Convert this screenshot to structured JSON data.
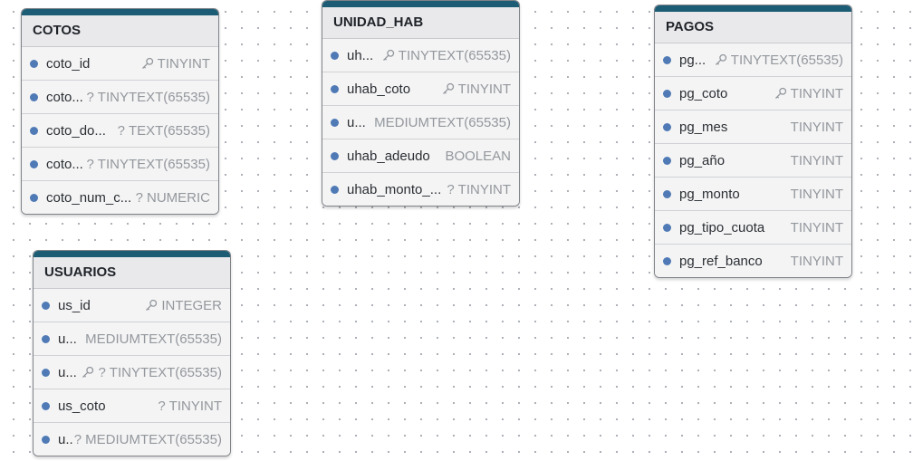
{
  "tables": {
    "cotos": {
      "title": "COTOS",
      "columns": [
        {
          "name": "coto_id",
          "type": "TINYINT",
          "icon": "key-icon"
        },
        {
          "name": "coto...",
          "type": "TINYTEXT(65535)",
          "marker": "?"
        },
        {
          "name": "coto_do...",
          "type": "TEXT(65535)",
          "marker": "?"
        },
        {
          "name": "coto...",
          "type": "TINYTEXT(65535)",
          "marker": "?"
        },
        {
          "name": "coto_num_c...",
          "type": "NUMERIC",
          "marker": "?"
        }
      ]
    },
    "unidad_hab": {
      "title": "UNIDAD_HAB",
      "columns": [
        {
          "name": "uh...",
          "type": "TINYTEXT(65535)",
          "icon": "key-icon"
        },
        {
          "name": "uhab_coto",
          "type": "TINYINT",
          "icon": "key-icon"
        },
        {
          "name": "u...",
          "type": "MEDIUMTEXT(65535)"
        },
        {
          "name": "uhab_adeudo",
          "type": "BOOLEAN"
        },
        {
          "name": "uhab_monto_...",
          "type": "TINYINT",
          "marker": "?"
        }
      ]
    },
    "pagos": {
      "title": "PAGOS",
      "columns": [
        {
          "name": "pg...",
          "type": "TINYTEXT(65535)",
          "icon": "key-icon"
        },
        {
          "name": "pg_coto",
          "type": "TINYINT",
          "icon": "key-icon"
        },
        {
          "name": "pg_mes",
          "type": "TINYINT"
        },
        {
          "name": "pg_año",
          "type": "TINYINT"
        },
        {
          "name": "pg_monto",
          "type": "TINYINT"
        },
        {
          "name": "pg_tipo_cuota",
          "type": "TINYINT"
        },
        {
          "name": "pg_ref_banco",
          "type": "TINYINT"
        }
      ]
    },
    "usuarios": {
      "title": "USUARIOS",
      "columns": [
        {
          "name": "us_id",
          "type": "INTEGER",
          "icon": "key-icon"
        },
        {
          "name": "u...",
          "type": "MEDIUMTEXT(65535)"
        },
        {
          "name": "u...",
          "type": "TINYTEXT(65535)",
          "icon": "key-icon",
          "marker": "?"
        },
        {
          "name": "us_coto",
          "type": "TINYINT",
          "marker": "?"
        },
        {
          "name": "u..",
          "type": "MEDIUMTEXT(65535)",
          "marker": "?"
        }
      ]
    }
  },
  "colors": {
    "header_bar": "#1c5d75",
    "column_dot": "#4f7ab5",
    "canvas_dot": "#a9adb3"
  }
}
